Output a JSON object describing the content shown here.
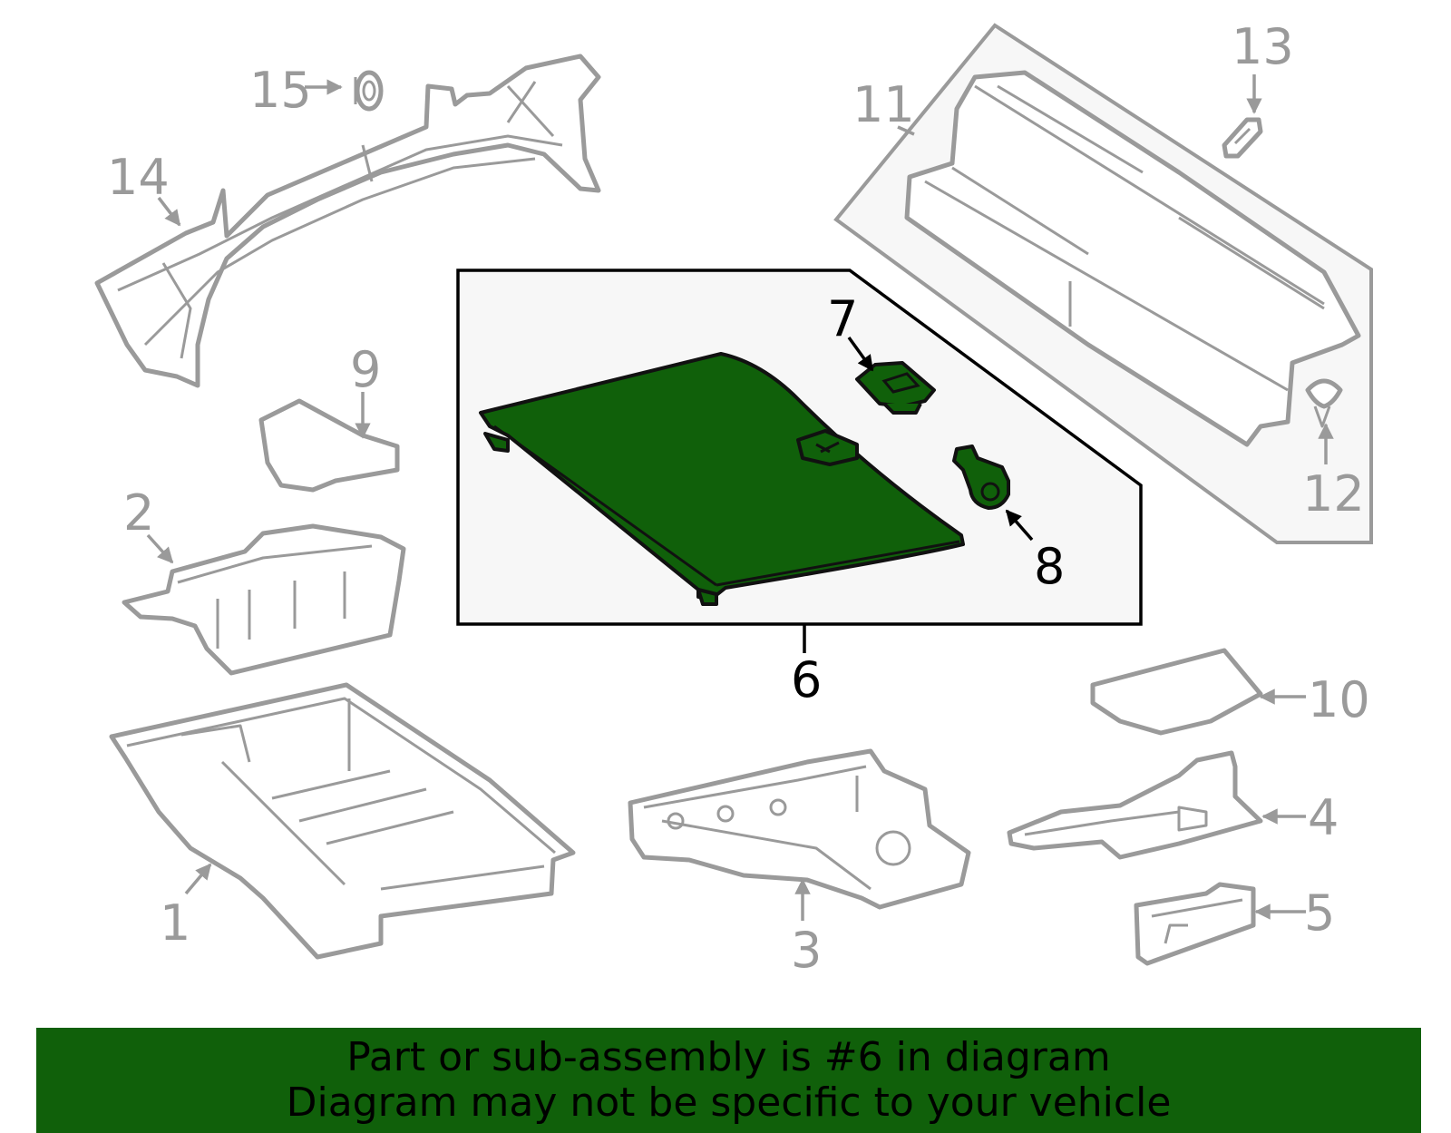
{
  "colors": {
    "highlight": "#10600a",
    "part_outline": "#9a9a9a",
    "box_fill": "#f7f7f7"
  },
  "callouts": {
    "c1": "1",
    "c2": "2",
    "c3": "3",
    "c4": "4",
    "c5": "5",
    "c6": "6",
    "c7": "7",
    "c8": "8",
    "c9": "9",
    "c10": "10",
    "c11": "11",
    "c12": "12",
    "c13": "13",
    "c14": "14",
    "c15": "15"
  },
  "highlighted_part": "6",
  "banner": {
    "line1": "Part or sub-assembly is #6 in diagram",
    "line2": "Diagram may not be specific to your vehicle"
  }
}
